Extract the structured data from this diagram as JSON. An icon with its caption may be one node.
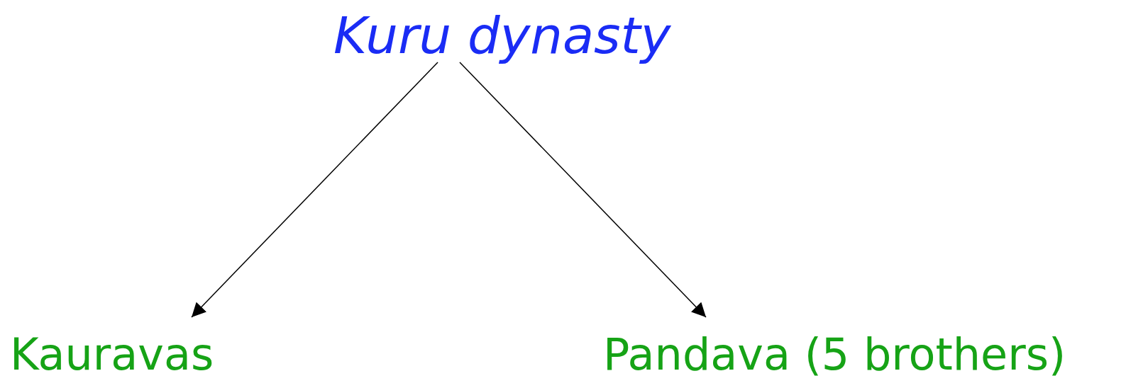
{
  "diagram": {
    "nodes": [
      {
        "text": [
          "Kuru dynasty"
        ]
      },
      {
        "text": [
          "Kauravas"
        ]
      },
      {
        "text": [
          "Pandava (5 brothers)"
        ]
      }
    ],
    "edges": [
      {
        "from": 0,
        "to": 1,
        "arrow": "to"
      },
      {
        "from": 0,
        "to": 2,
        "arrow": "to"
      }
    ]
  }
}
